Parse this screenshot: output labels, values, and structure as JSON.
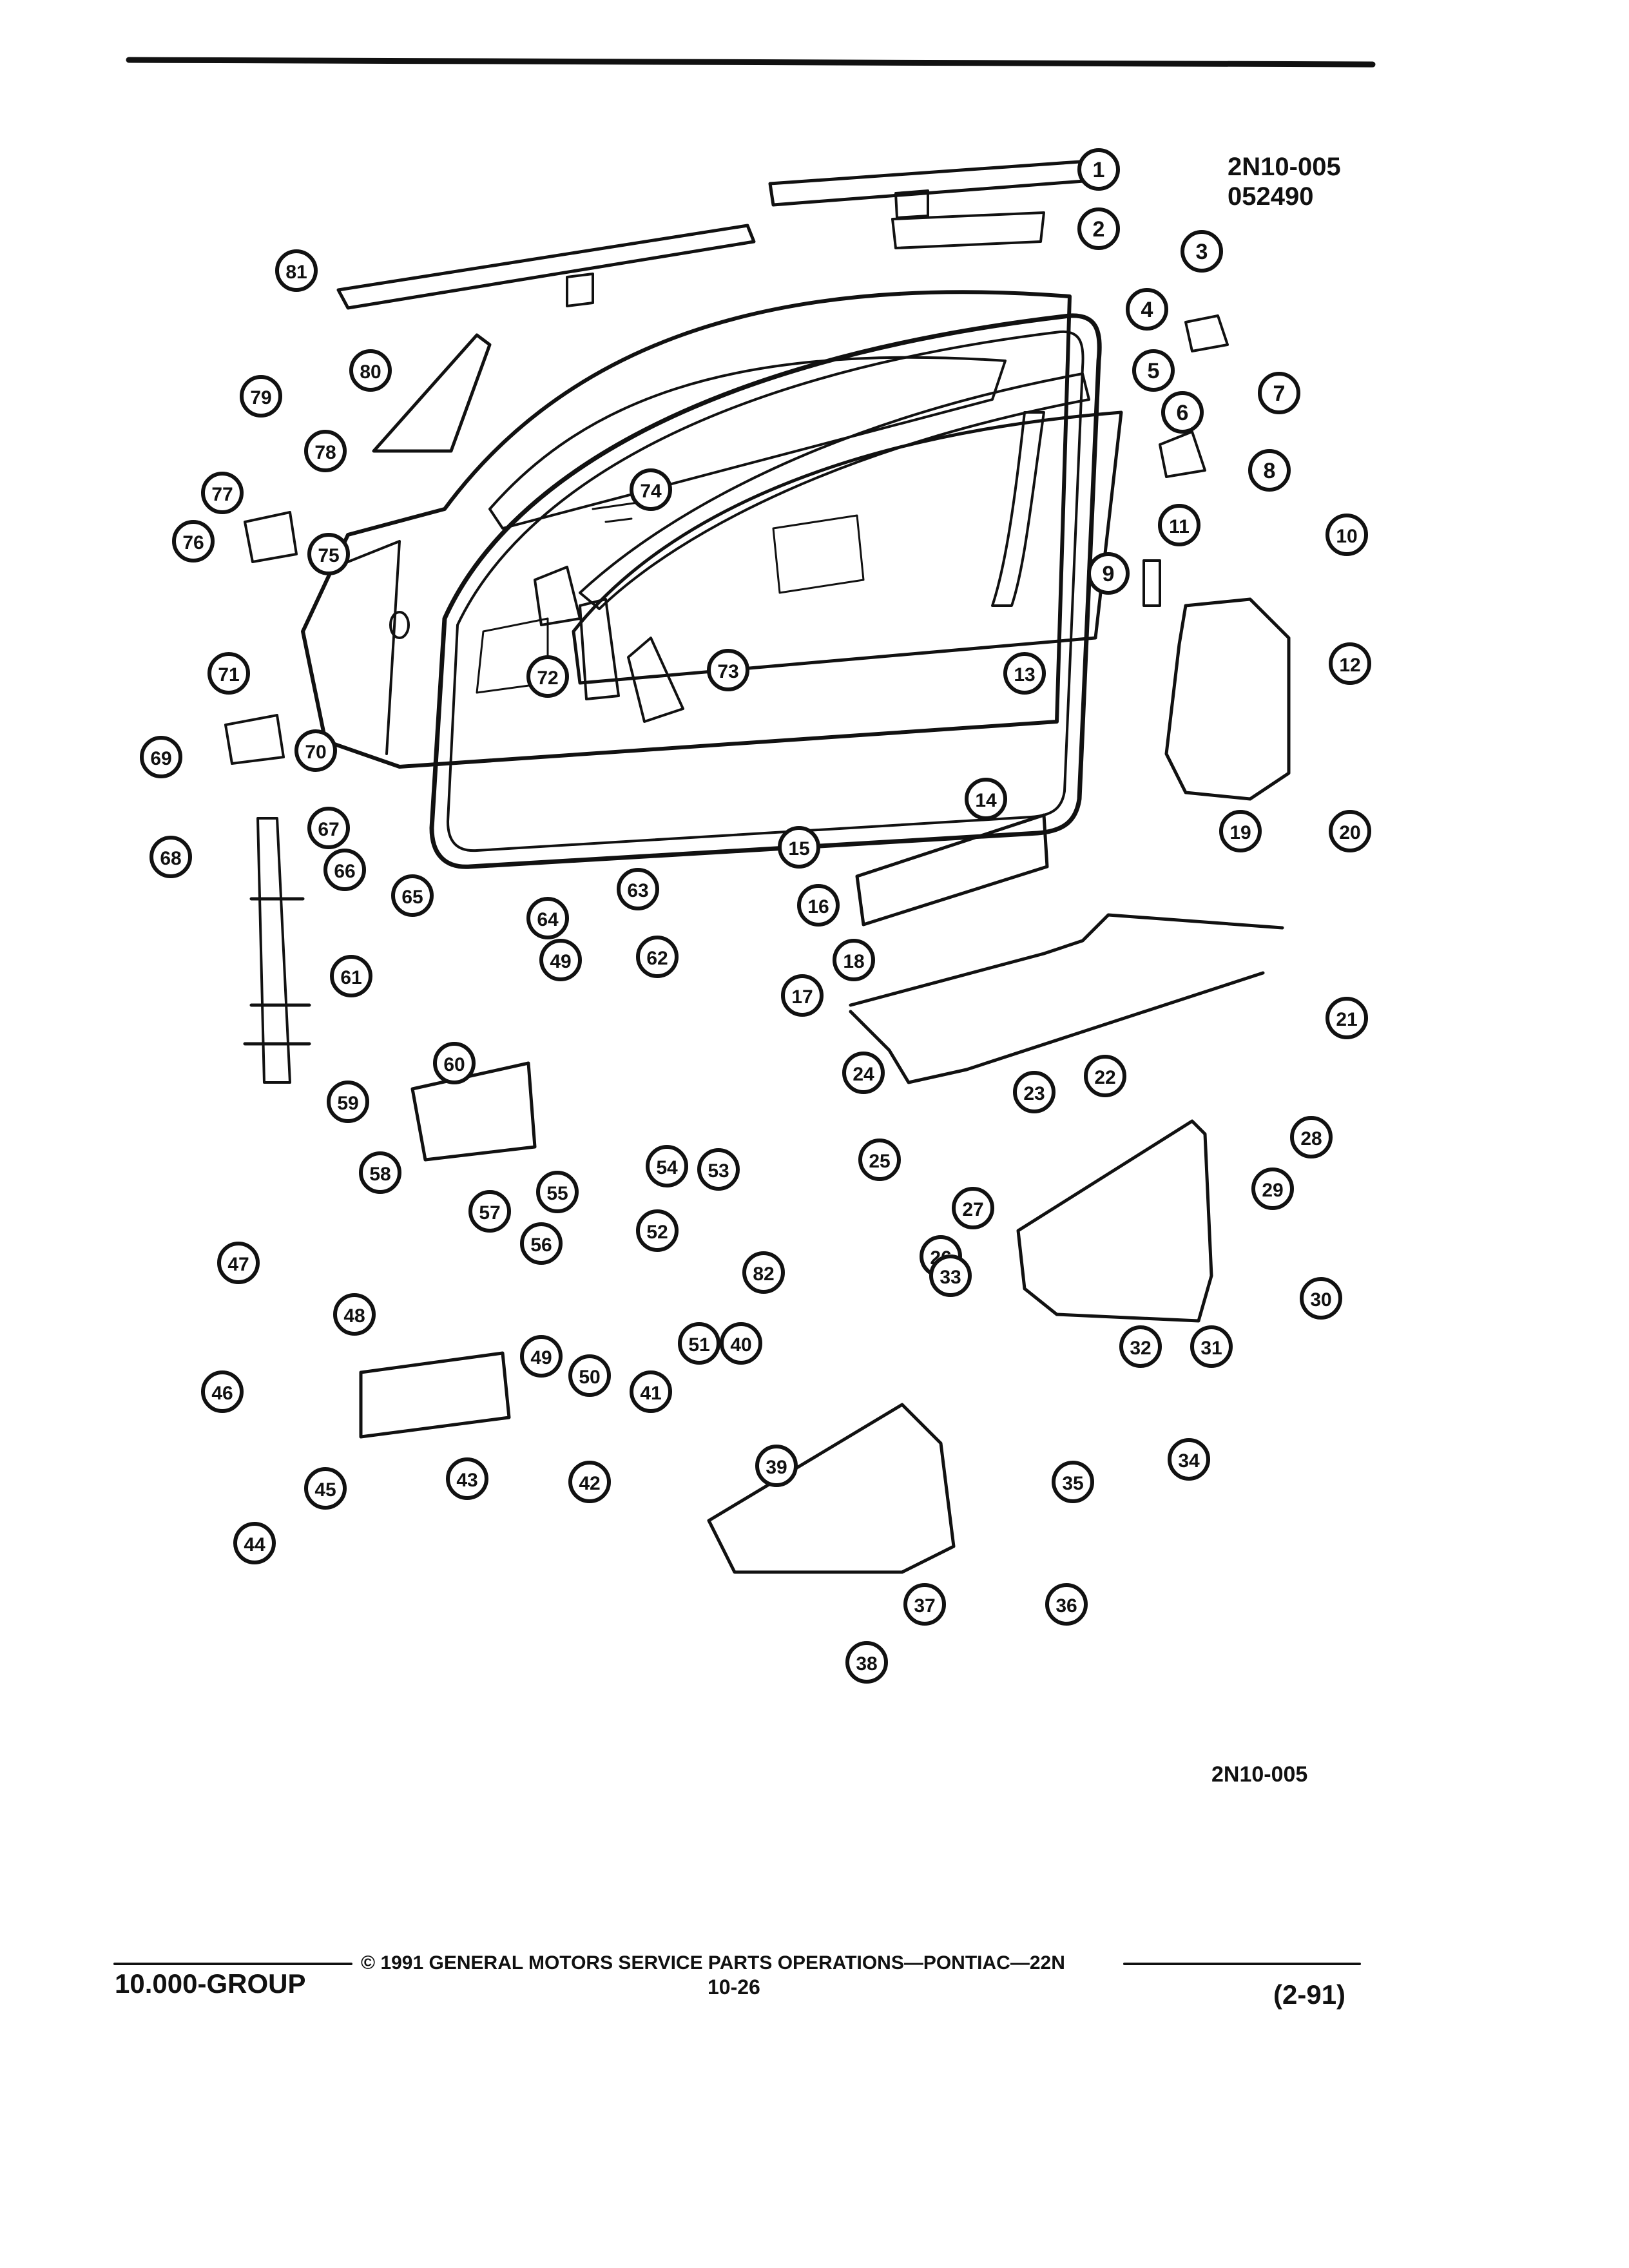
{
  "figure": {
    "code": "2N10-005",
    "date_code": "052490",
    "code_bottom": "2N10-005"
  },
  "footer": {
    "copyright": "© 1991 GENERAL MOTORS SERVICE PARTS OPERATIONS—PONTIAC—22N",
    "group": "10.000-GROUP",
    "page_number": "10-26",
    "revision": "(2-91)"
  },
  "callouts": [
    "1",
    "2",
    "3",
    "4",
    "5",
    "6",
    "7",
    "8",
    "9",
    "10",
    "11",
    "12",
    "13",
    "14",
    "15",
    "16",
    "17",
    "18",
    "19",
    "20",
    "21",
    "22",
    "23",
    "24",
    "25",
    "26",
    "27",
    "28",
    "29",
    "30",
    "31",
    "32",
    "33",
    "34",
    "35",
    "36",
    "37",
    "38",
    "39",
    "40",
    "41",
    "42",
    "43",
    "44",
    "45",
    "46",
    "47",
    "48",
    "49",
    "50",
    "51",
    "52",
    "53",
    "54",
    "55",
    "56",
    "57",
    "58",
    "59",
    "60",
    "61",
    "62",
    "63",
    "64",
    "65",
    "66",
    "67",
    "68",
    "69",
    "70",
    "71",
    "72",
    "73",
    "74",
    "75",
    "76",
    "77",
    "78",
    "79",
    "80",
    "81",
    "82",
    "49"
  ],
  "colors": {
    "ink": "#111111",
    "paper": "#ffffff"
  }
}
